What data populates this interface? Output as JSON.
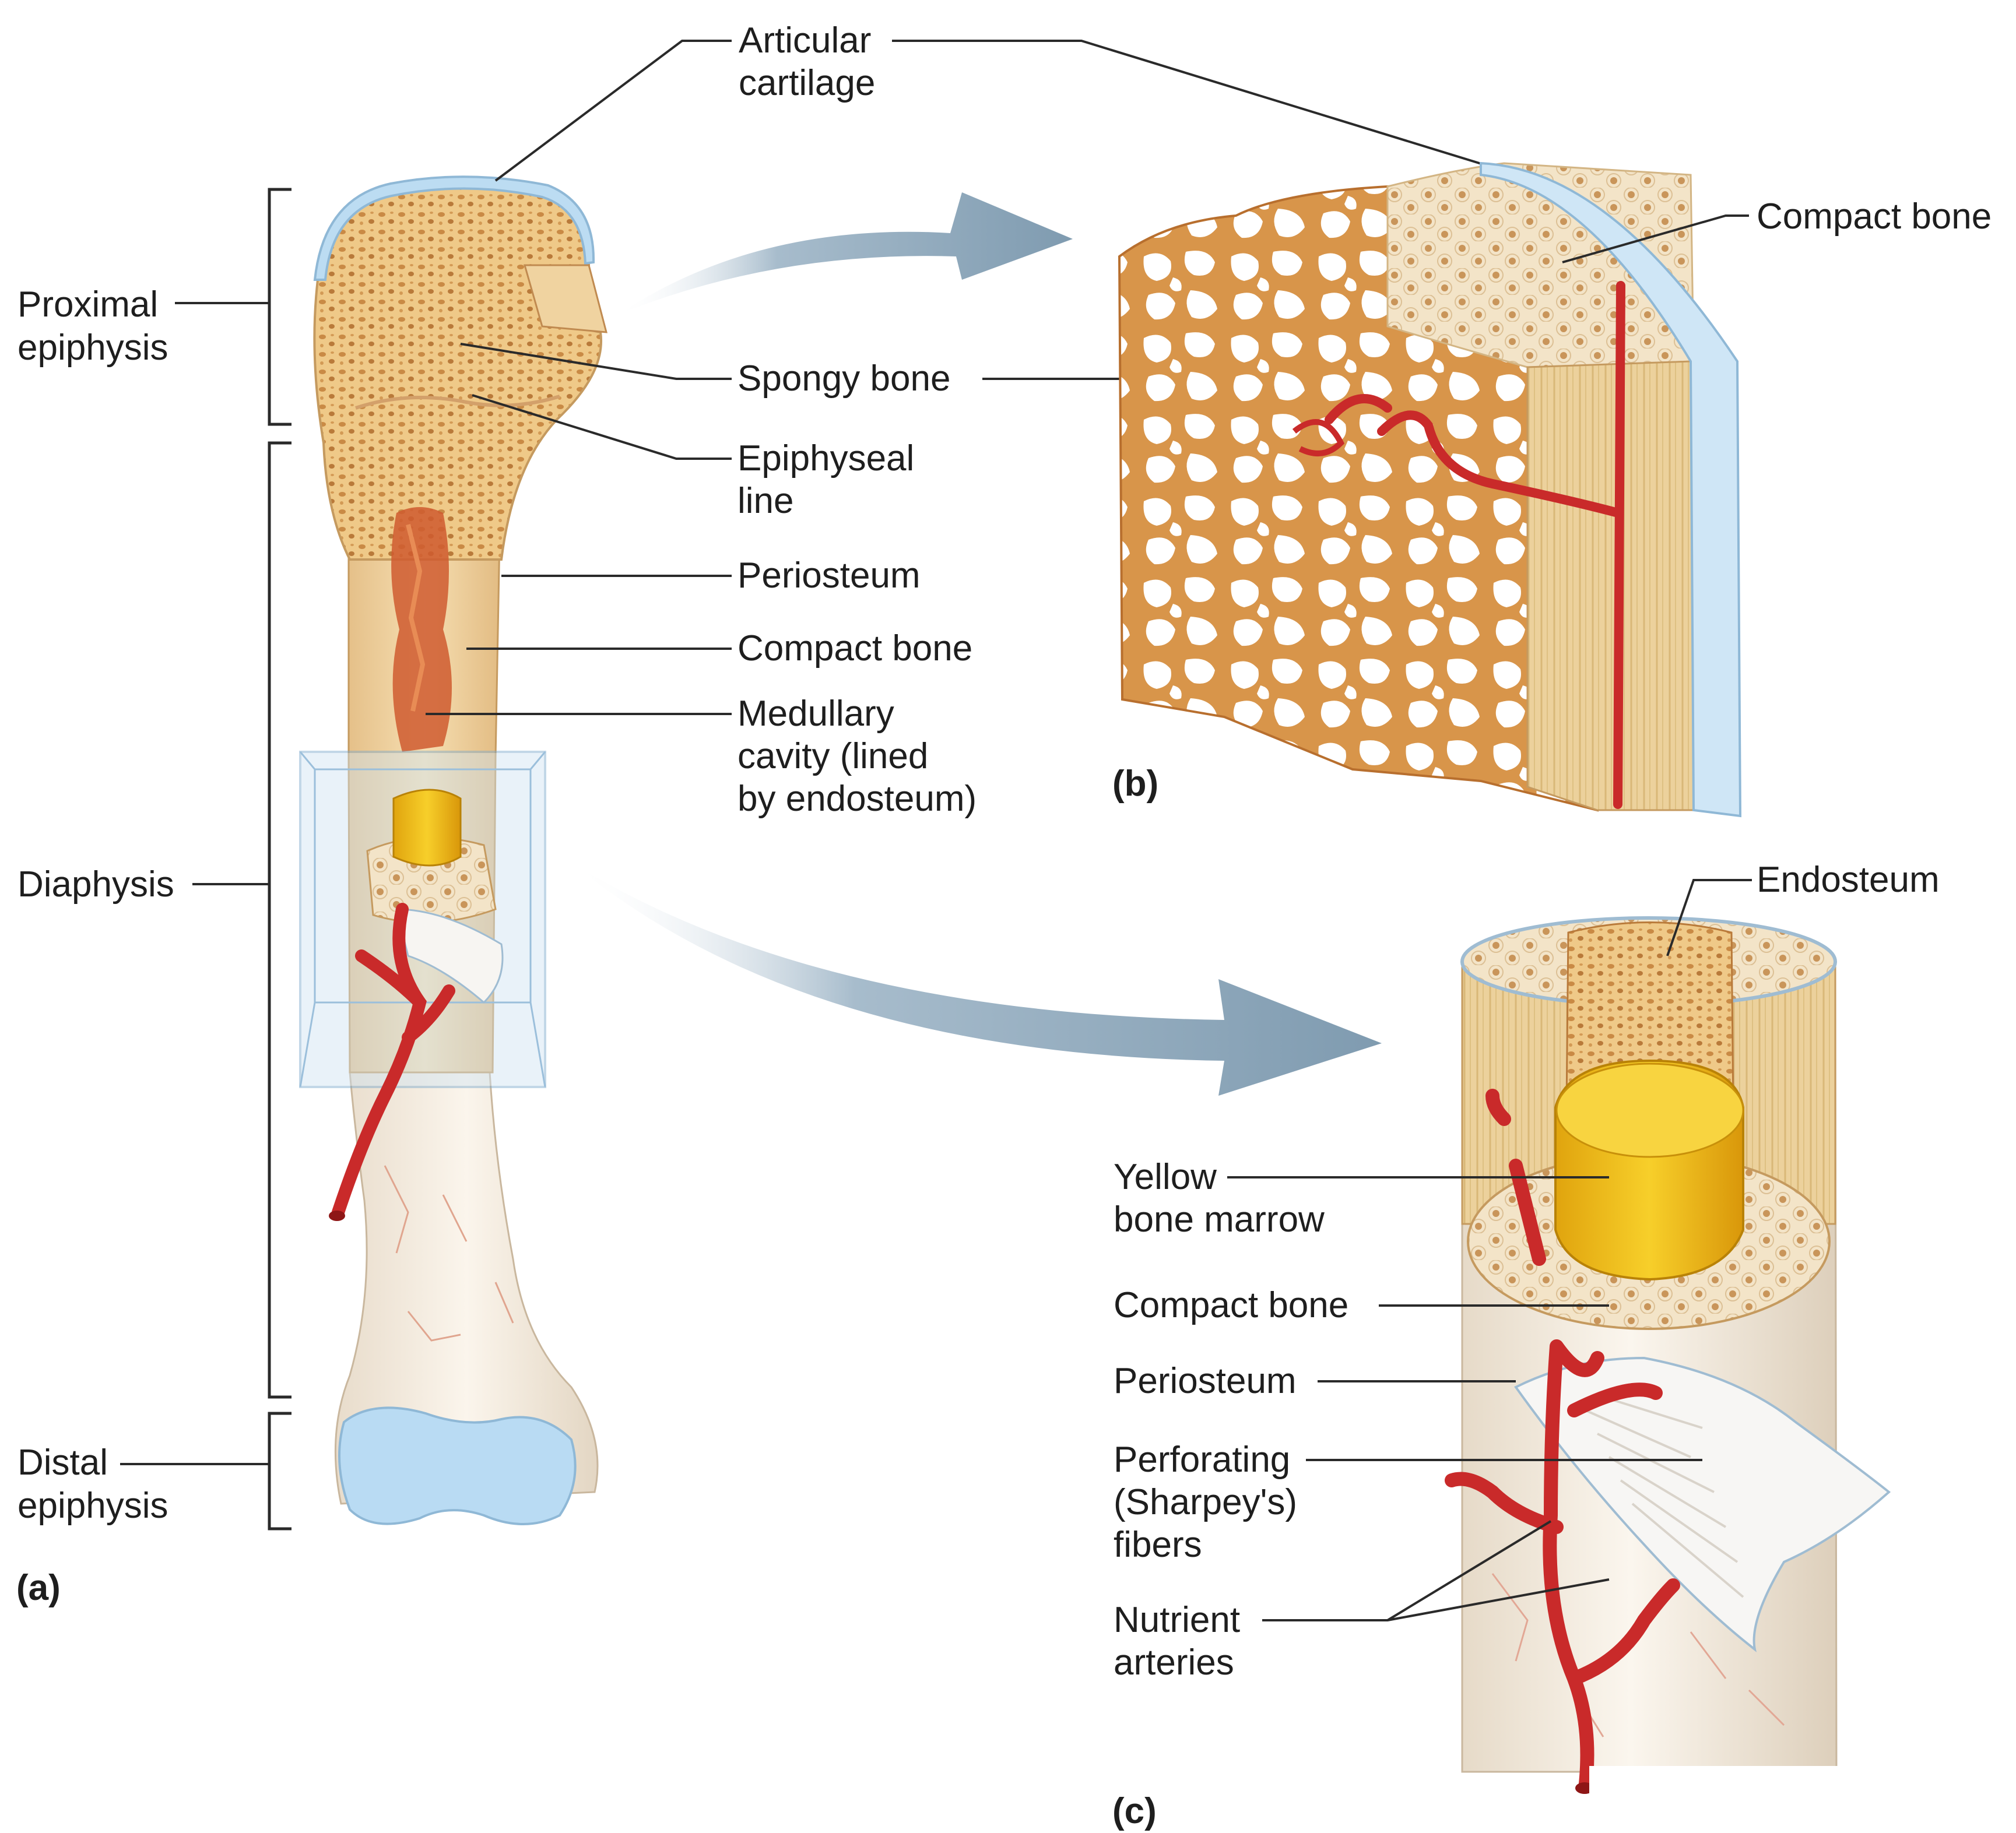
{
  "panels": {
    "a": "(a)",
    "b": "(b)",
    "c": "(c)"
  },
  "regions": {
    "proximal_epiphysis": [
      "Proximal",
      "epiphysis"
    ],
    "diaphysis": [
      "Diaphysis"
    ],
    "distal_epiphysis": [
      "Distal",
      "epiphysis"
    ]
  },
  "labels_a": {
    "articular_cartilage": [
      "Articular",
      "cartilage"
    ],
    "spongy_bone": [
      "Spongy bone"
    ],
    "epiphyseal_line": [
      "Epiphyseal",
      "line"
    ],
    "periosteum": [
      "Periosteum"
    ],
    "compact_bone": [
      "Compact bone"
    ],
    "medullary_cavity": [
      "Medullary",
      "cavity (lined",
      "by endosteum)"
    ]
  },
  "labels_b": {
    "compact_bone": [
      "Compact bone"
    ]
  },
  "labels_c": {
    "endosteum": [
      "Endosteum"
    ],
    "yellow_bone_marrow": [
      "Yellow",
      "bone marrow"
    ],
    "compact_bone": [
      "Compact bone"
    ],
    "periosteum": [
      "Periosteum"
    ],
    "perforating_fibers": [
      "Perforating",
      "(Sharpey's)",
      "fibers"
    ],
    "nutrient_arteries": [
      "Nutrient",
      "arteries"
    ]
  },
  "colors": {
    "bone": "#efcf97",
    "spongy": "#d99a4e",
    "cartilage": "#bcdcf2",
    "marrow": "#f2c21a",
    "artery": "#c92a2a",
    "arrow": "#8fa9be"
  }
}
